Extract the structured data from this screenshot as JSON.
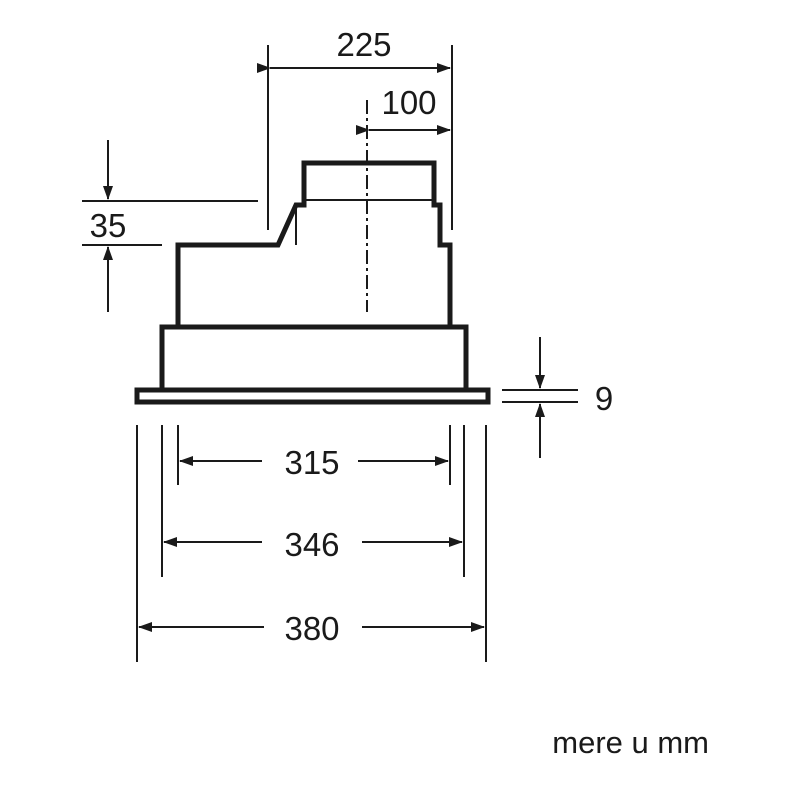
{
  "dimensions": {
    "top_width": "225",
    "outlet_offset": "100",
    "step_height": "35",
    "flange_thickness": "9",
    "inner_width": "315",
    "middle_width": "346",
    "outer_width": "380"
  },
  "units_note": "mere u mm",
  "colors": {
    "line": "#1a1a1a",
    "background": "#ffffff"
  }
}
